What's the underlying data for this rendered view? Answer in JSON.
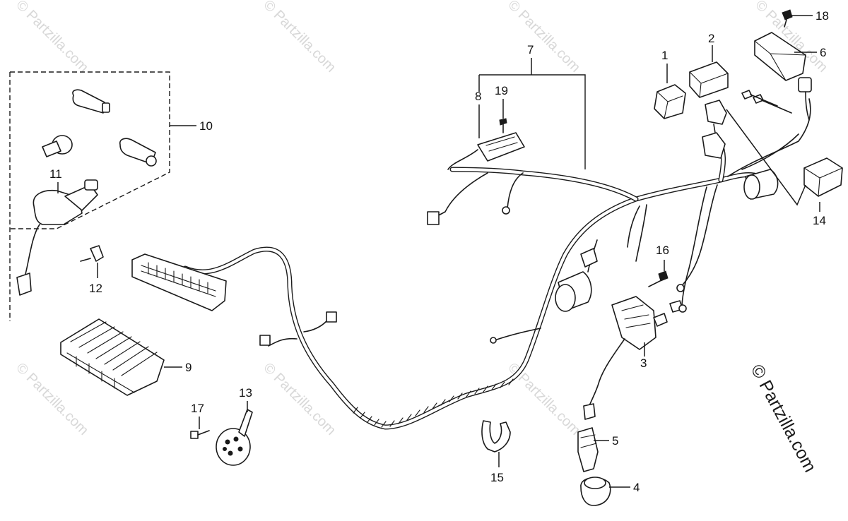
{
  "diagram": {
    "part_labels": [
      "1",
      "2",
      "3",
      "4",
      "5",
      "6",
      "7",
      "8",
      "9",
      "10",
      "11",
      "12",
      "13",
      "14",
      "15",
      "16",
      "17",
      "18",
      "19"
    ]
  },
  "watermark": {
    "text": "© Partzilla.com",
    "corner_text": "© Partzilla.com"
  },
  "colors": {
    "ink": "#1a1a1a",
    "watermark": "#d8d8d8",
    "background": "#ffffff"
  }
}
